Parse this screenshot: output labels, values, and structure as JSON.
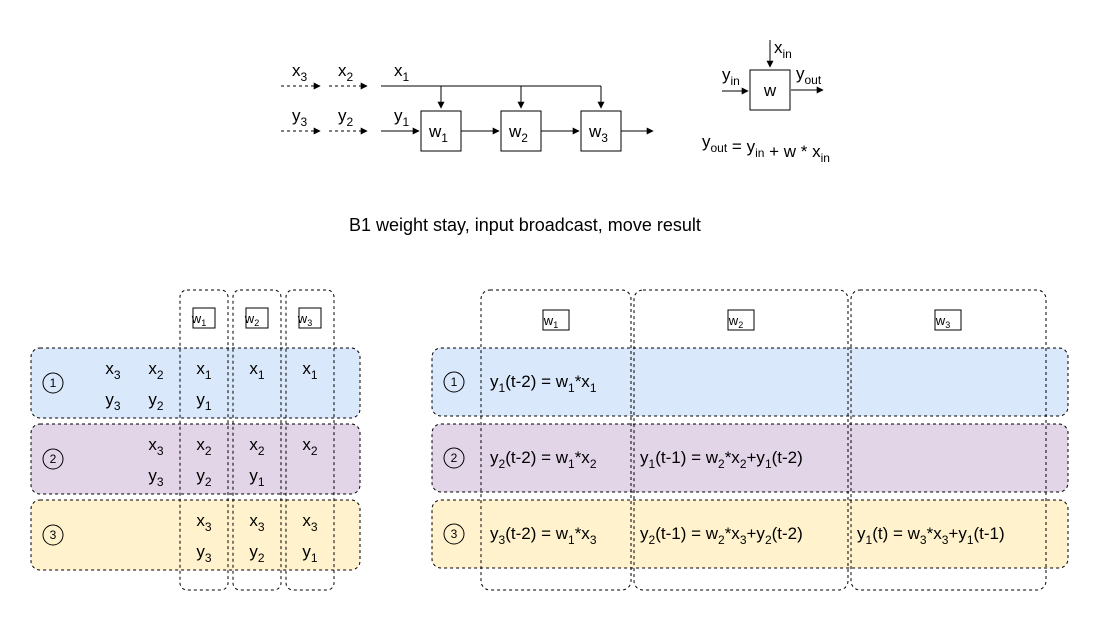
{
  "caption": "B1   weight stay, input broadcast, move result",
  "top_diagram": {
    "x_inputs": [
      {
        "base": "x",
        "sub": "3"
      },
      {
        "base": "x",
        "sub": "2"
      },
      {
        "base": "x",
        "sub": "1"
      }
    ],
    "y_inputs": [
      {
        "base": "y",
        "sub": "3"
      },
      {
        "base": "y",
        "sub": "2"
      },
      {
        "base": "y",
        "sub": "1"
      }
    ],
    "pes": [
      {
        "base": "w",
        "sub": "1"
      },
      {
        "base": "w",
        "sub": "2"
      },
      {
        "base": "w",
        "sub": "3"
      }
    ]
  },
  "legend": {
    "xin": {
      "base": "x",
      "sub": "in"
    },
    "yin": {
      "base": "y",
      "sub": "in"
    },
    "yout": {
      "base": "y",
      "sub": "out"
    },
    "cell": "w",
    "formula": {
      "lhs": {
        "base": "y",
        "sub": "out"
      },
      "eq": " = ",
      "yin": {
        "base": "y",
        "sub": "in"
      },
      "mid": " + w * ",
      "xin": {
        "base": "x",
        "sub": "in"
      }
    }
  },
  "left_table": {
    "headers": [
      {
        "base": "w",
        "sub": "1"
      },
      {
        "base": "w",
        "sub": "2"
      },
      {
        "base": "w",
        "sub": "3"
      }
    ],
    "rows": [
      {
        "step": "1",
        "color": "#dae8fc",
        "queue_x": [
          {
            "base": "x",
            "sub": "3"
          },
          {
            "base": "x",
            "sub": "2"
          }
        ],
        "queue_y": [
          {
            "base": "y",
            "sub": "3"
          },
          {
            "base": "y",
            "sub": "2"
          }
        ],
        "cells": [
          {
            "x": {
              "base": "x",
              "sub": "1"
            },
            "y": {
              "base": "y",
              "sub": "1"
            }
          },
          {
            "x": {
              "base": "x",
              "sub": "1"
            },
            "y": null
          },
          {
            "x": {
              "base": "x",
              "sub": "1"
            },
            "y": null
          }
        ]
      },
      {
        "step": "2",
        "color": "#e1d5e7",
        "queue_x": [
          {
            "base": "x",
            "sub": "3"
          }
        ],
        "queue_y": [
          {
            "base": "y",
            "sub": "3"
          }
        ],
        "cells": [
          {
            "x": {
              "base": "x",
              "sub": "2"
            },
            "y": {
              "base": "y",
              "sub": "2"
            }
          },
          {
            "x": {
              "base": "x",
              "sub": "2"
            },
            "y": {
              "base": "y",
              "sub": "1"
            }
          },
          {
            "x": {
              "base": "x",
              "sub": "2"
            },
            "y": null
          }
        ]
      },
      {
        "step": "3",
        "color": "#fff2cc",
        "queue_x": [],
        "queue_y": [],
        "cells": [
          {
            "x": {
              "base": "x",
              "sub": "3"
            },
            "y": {
              "base": "y",
              "sub": "3"
            }
          },
          {
            "x": {
              "base": "x",
              "sub": "3"
            },
            "y": {
              "base": "y",
              "sub": "2"
            }
          },
          {
            "x": {
              "base": "x",
              "sub": "3"
            },
            "y": {
              "base": "y",
              "sub": "1"
            }
          }
        ]
      }
    ]
  },
  "right_table": {
    "headers": [
      {
        "base": "w",
        "sub": "1"
      },
      {
        "base": "w",
        "sub": "2"
      },
      {
        "base": "w",
        "sub": "3"
      }
    ],
    "rows": [
      {
        "step": "1",
        "color": "#dae8fc",
        "cells": [
          [
            [
              "y",
              "n"
            ],
            [
              "1",
              "s"
            ],
            [
              "(t-2) = w",
              "n"
            ],
            [
              "1",
              "s"
            ],
            [
              "*x",
              "n"
            ],
            [
              "1",
              "s"
            ]
          ],
          [],
          []
        ]
      },
      {
        "step": "2",
        "color": "#e1d5e7",
        "cells": [
          [
            [
              "y",
              "n"
            ],
            [
              "2",
              "s"
            ],
            [
              "(t-2) = w",
              "n"
            ],
            [
              "1",
              "s"
            ],
            [
              "*x",
              "n"
            ],
            [
              "2",
              "s"
            ]
          ],
          [
            [
              "y",
              "n"
            ],
            [
              "1",
              "s"
            ],
            [
              "(t-1) = w",
              "n"
            ],
            [
              "2",
              "s"
            ],
            [
              "*x",
              "n"
            ],
            [
              "2",
              "s"
            ],
            [
              "+y",
              "n"
            ],
            [
              "1",
              "s"
            ],
            [
              "(t-2)",
              "n"
            ]
          ],
          []
        ]
      },
      {
        "step": "3",
        "color": "#fff2cc",
        "cells": [
          [
            [
              "y",
              "n"
            ],
            [
              "3",
              "s"
            ],
            [
              "(t-2) = w",
              "n"
            ],
            [
              "1",
              "s"
            ],
            [
              "*x",
              "n"
            ],
            [
              "3",
              "s"
            ]
          ],
          [
            [
              "y",
              "n"
            ],
            [
              "2",
              "s"
            ],
            [
              "(t-1) = w",
              "n"
            ],
            [
              "2",
              "s"
            ],
            [
              "*x",
              "n"
            ],
            [
              "3",
              "s"
            ],
            [
              "+y",
              "n"
            ],
            [
              "2",
              "s"
            ],
            [
              "(t-2)",
              "n"
            ]
          ],
          [
            [
              "y",
              "n"
            ],
            [
              "1",
              "s"
            ],
            [
              "(t) = w",
              "n"
            ],
            [
              "3",
              "s"
            ],
            [
              "*x",
              "n"
            ],
            [
              "3",
              "s"
            ],
            [
              "+y",
              "n"
            ],
            [
              "1",
              "s"
            ],
            [
              "(t-1)",
              "n"
            ]
          ]
        ]
      }
    ]
  }
}
